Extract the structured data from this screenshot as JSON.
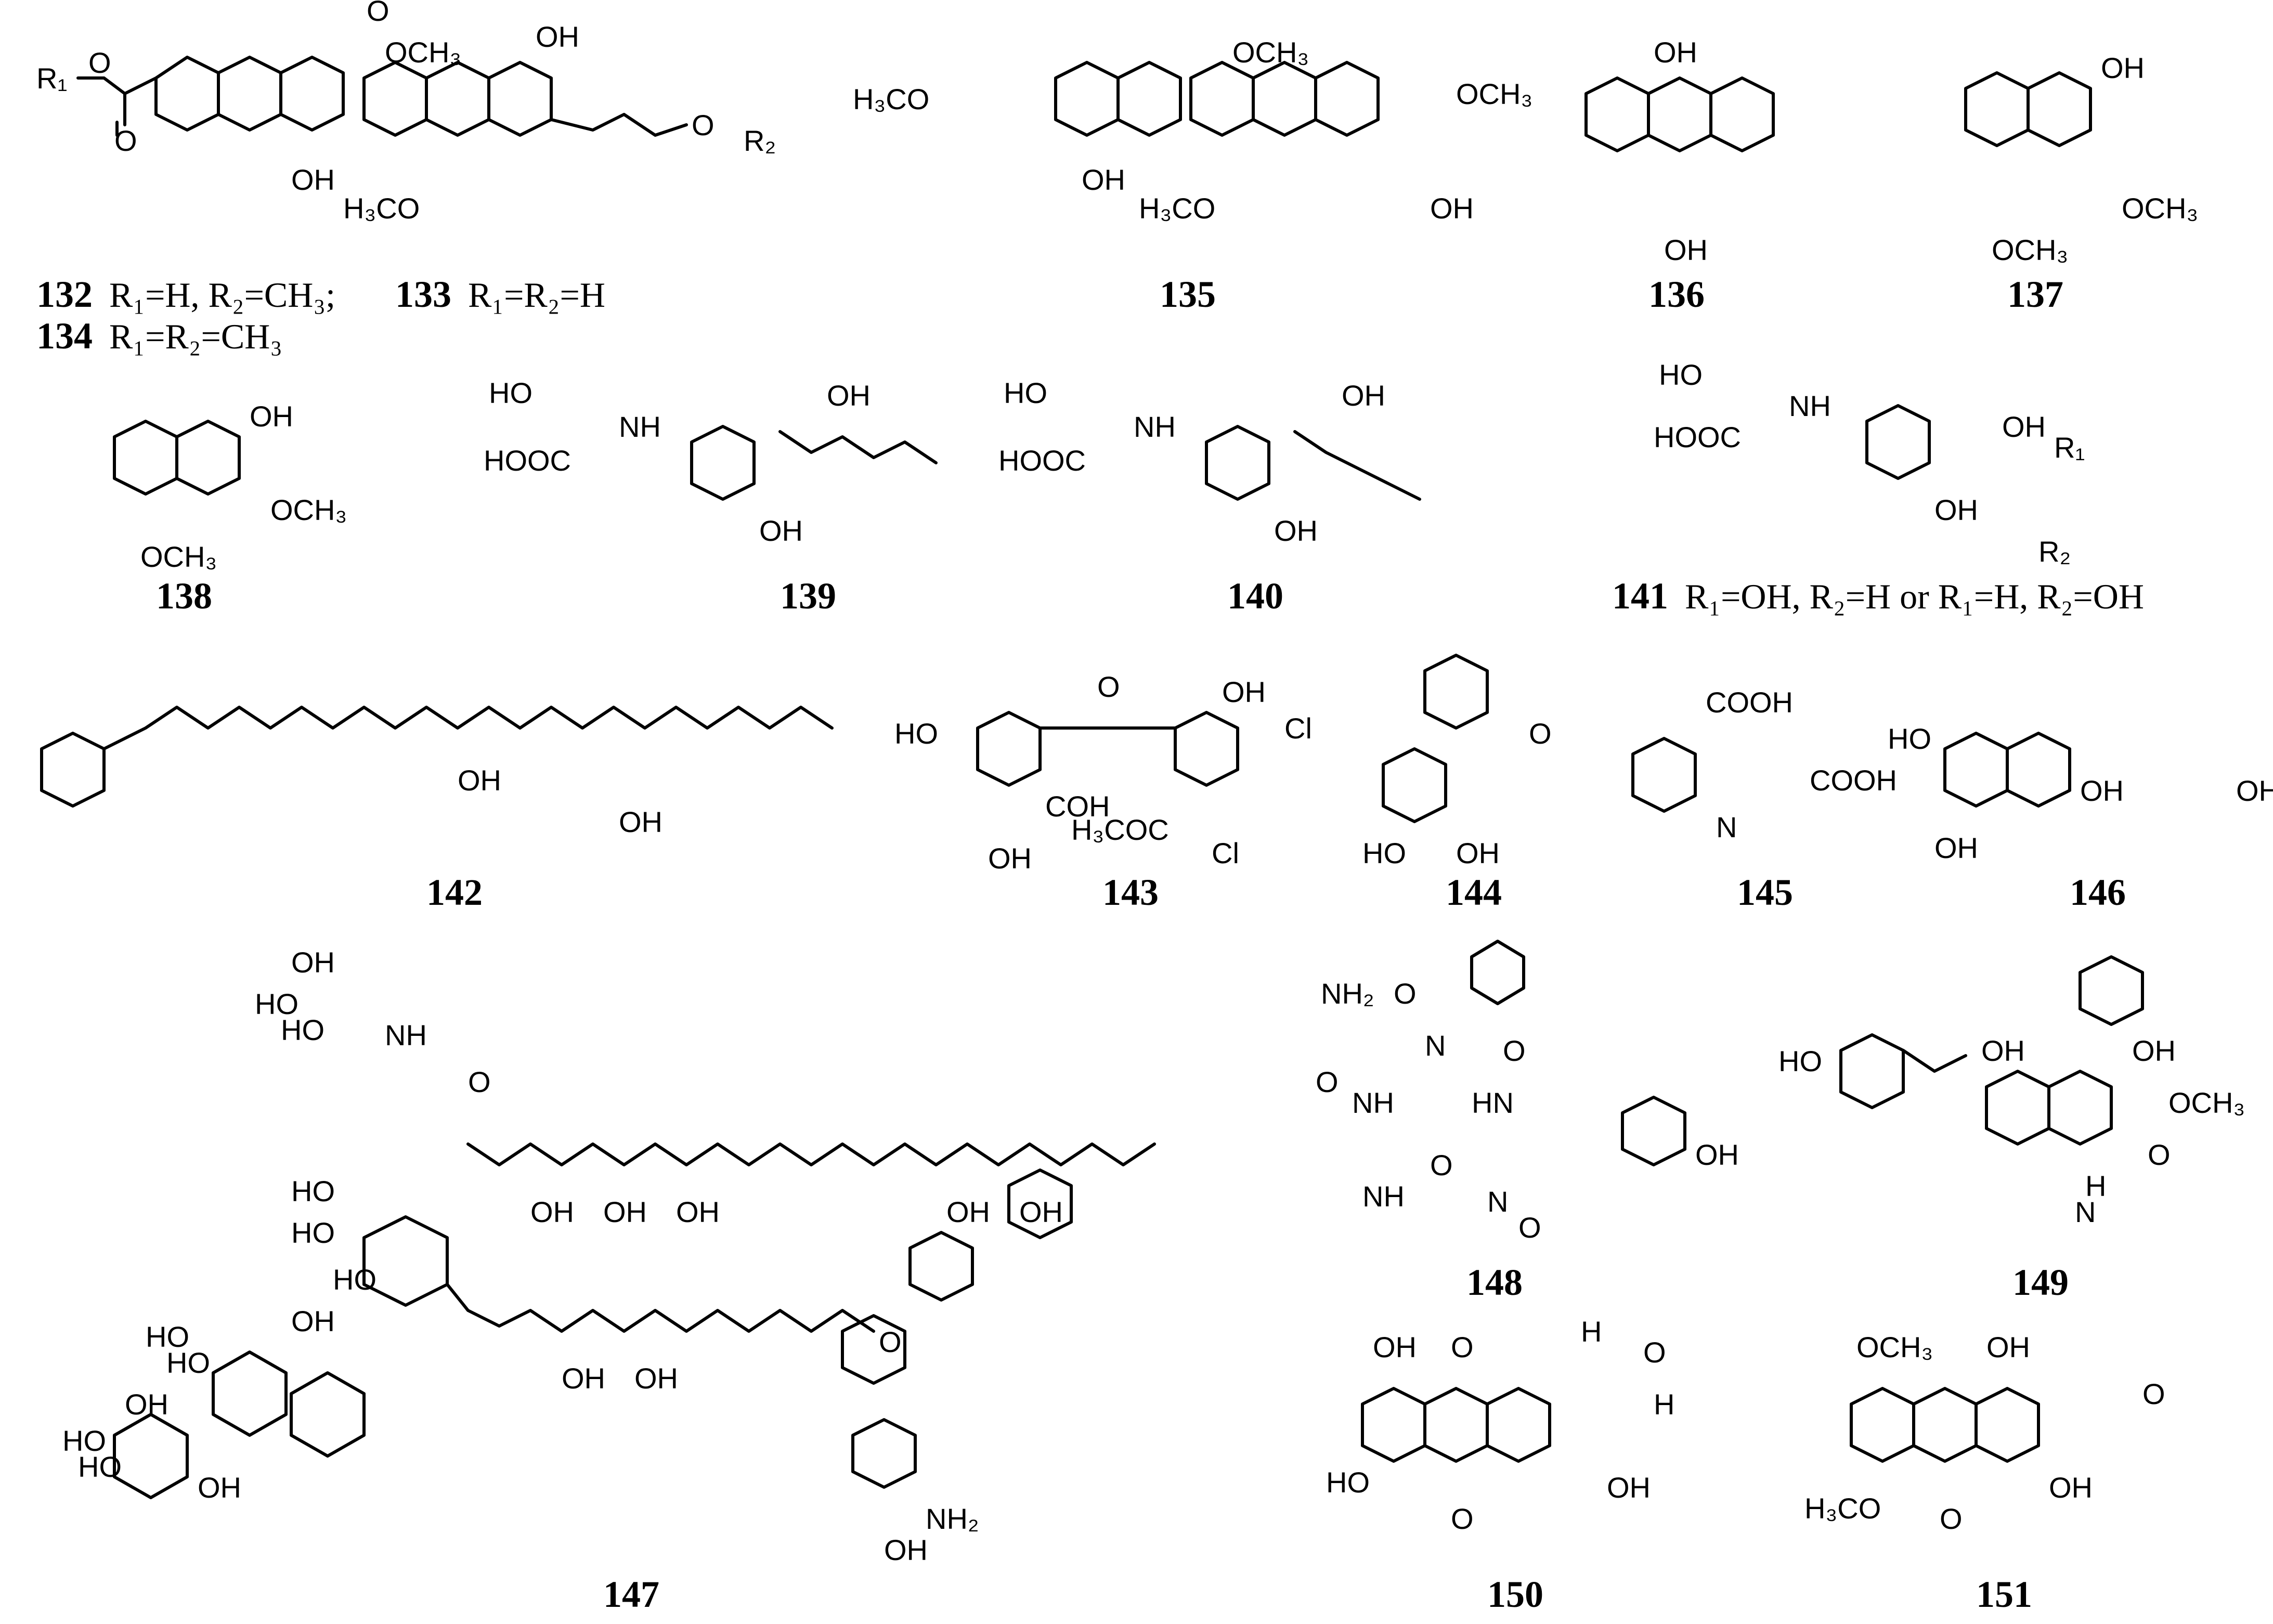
{
  "compounds": [
    {
      "id": "132",
      "note": "R₁=H, R₂=CH₃;"
    },
    {
      "id": "133",
      "note": "R₁=R₂=H"
    },
    {
      "id": "134",
      "note": "R₁=R₂=CH₃"
    },
    {
      "id": "135"
    },
    {
      "id": "136"
    },
    {
      "id": "137"
    },
    {
      "id": "138"
    },
    {
      "id": "139"
    },
    {
      "id": "140"
    },
    {
      "id": "141",
      "note": "R₁=OH, R₂=H or R₁=H, R₂=OH"
    },
    {
      "id": "142"
    },
    {
      "id": "143"
    },
    {
      "id": "144"
    },
    {
      "id": "145"
    },
    {
      "id": "146"
    },
    {
      "id": "147"
    },
    {
      "id": "148"
    },
    {
      "id": "149"
    },
    {
      "id": "150"
    },
    {
      "id": "151"
    }
  ],
  "atoms": {
    "r1": "R₁",
    "r2": "R₂",
    "r1b": "R₁",
    "r2b": "R₂",
    "o": "O",
    "oh": "OH",
    "ho": "HO",
    "och3": "OCH₃",
    "h3co": "H₃CO",
    "h3coo": "H₃CO",
    "hooc": "HOOC",
    "cooh": "COOH",
    "nh": "NH",
    "hn": "HN",
    "n": "N",
    "h": "H",
    "nh2": "NH₂",
    "cl": "Cl",
    "coh": "COH",
    "h3coc": "H₃COC",
    "oc": "O"
  }
}
